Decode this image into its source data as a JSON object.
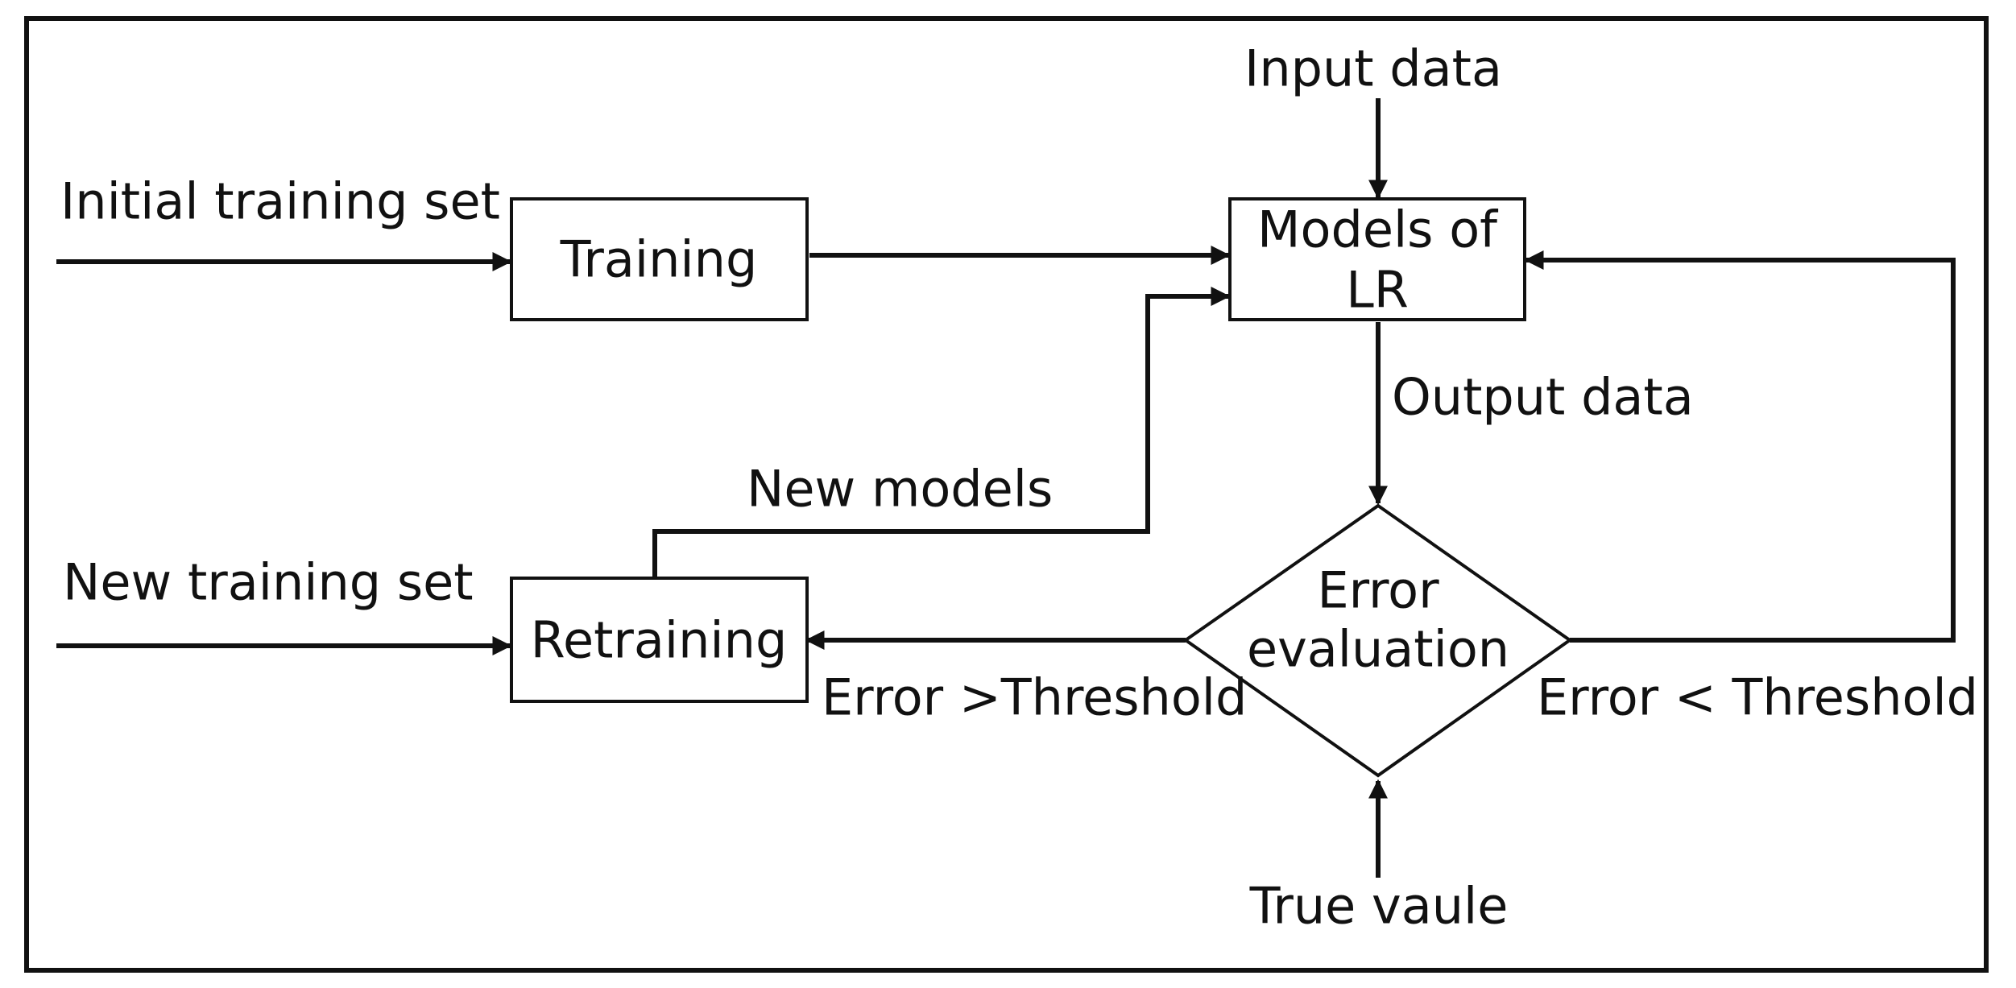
{
  "labels": {
    "input_data": "Input data",
    "initial_training_set": "Initial training set",
    "new_training_set": "New training set",
    "new_models": "New models",
    "output_data": "Output data",
    "error_gt_threshold": "Error >Threshold",
    "error_lt_threshold": "Error < Threshold",
    "true_value": "True vaule"
  },
  "nodes": {
    "training": "Training",
    "retraining": "Retraining",
    "models_line1": "Models of",
    "models_line2": "LR",
    "error_line1": "Error",
    "error_line2": "evaluation"
  },
  "colors": {
    "stroke": "#111111",
    "text": "#111111",
    "background": "#ffffff"
  }
}
